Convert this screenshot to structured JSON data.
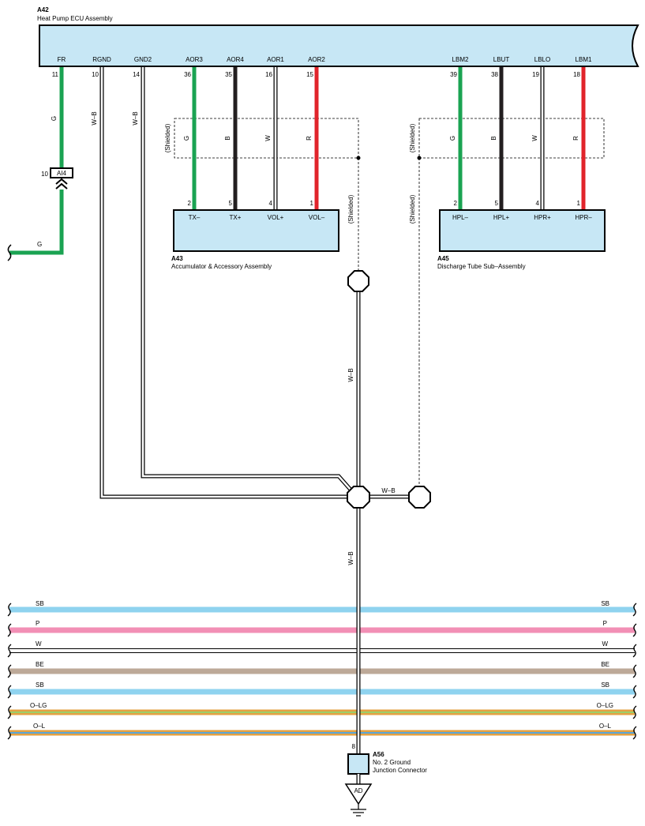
{
  "components": {
    "ecu": {
      "id": "A42",
      "name": "Heat Pump ECU Assembly"
    },
    "accumulator": {
      "id": "A43",
      "name": "Accumulator & Accessory Assembly"
    },
    "discharge": {
      "id": "A45",
      "name": "Discharge Tube Sub–Assembly"
    },
    "junction": {
      "id": "A56",
      "name_line1": "No. 2 Ground",
      "name_line2": "Junction Connector"
    },
    "inline_connector": {
      "id": "AI4",
      "pin": "10"
    },
    "ground": {
      "id": "AD"
    }
  },
  "ecu_pins": [
    {
      "name": "FR",
      "num": "11"
    },
    {
      "name": "RGND",
      "num": "10"
    },
    {
      "name": "GND2",
      "num": "14"
    },
    {
      "name": "AOR3",
      "num": "36"
    },
    {
      "name": "AOR4",
      "num": "35"
    },
    {
      "name": "AOR1",
      "num": "16"
    },
    {
      "name": "AOR2",
      "num": "15"
    },
    {
      "name": "LBM2",
      "num": "39"
    },
    {
      "name": "LBUT",
      "num": "38"
    },
    {
      "name": "LBLO",
      "num": "19"
    },
    {
      "name": "LBM1",
      "num": "18"
    }
  ],
  "a43_pins": [
    {
      "name": "TX–",
      "num": "2"
    },
    {
      "name": "TX+",
      "num": "5"
    },
    {
      "name": "VOL+",
      "num": "4"
    },
    {
      "name": "VOL–",
      "num": "1"
    }
  ],
  "a45_pins": [
    {
      "name": "HPL–",
      "num": "2"
    },
    {
      "name": "HPL+",
      "num": "5"
    },
    {
      "name": "HPR+",
      "num": "4"
    },
    {
      "name": "HPR–",
      "num": "1"
    }
  ],
  "wire_labels": {
    "fr": "G",
    "fr_lower": "G",
    "rgnd": "W–B",
    "gnd2": "W–B",
    "trunk_upper": "W–B",
    "branch": "W–B",
    "trunk_lower": "W–B",
    "a43": [
      "G",
      "B",
      "W",
      "R"
    ],
    "a45": [
      "G",
      "B",
      "W",
      "R"
    ]
  },
  "shield_label": "(Shielded)",
  "junction_pin": "8",
  "bus_lines": [
    {
      "label": "SB",
      "color": "#8fd3ef"
    },
    {
      "label": "P",
      "color": "#f28fb5"
    },
    {
      "label": "W",
      "color": "#ffffff"
    },
    {
      "label": "BE",
      "color": "#bda998"
    },
    {
      "label": "SB",
      "color": "#8fd3ef"
    },
    {
      "label": "O–LG",
      "color": "#e3a142",
      "stripe": "#9ccf6a"
    },
    {
      "label": "O–L",
      "color": "#e3a142",
      "stripe": "#5aa6d8"
    }
  ],
  "colors": {
    "green": "#1aa352",
    "black": "#231f20",
    "red": "#e1242b",
    "box_fill": "#c7e7f5"
  }
}
